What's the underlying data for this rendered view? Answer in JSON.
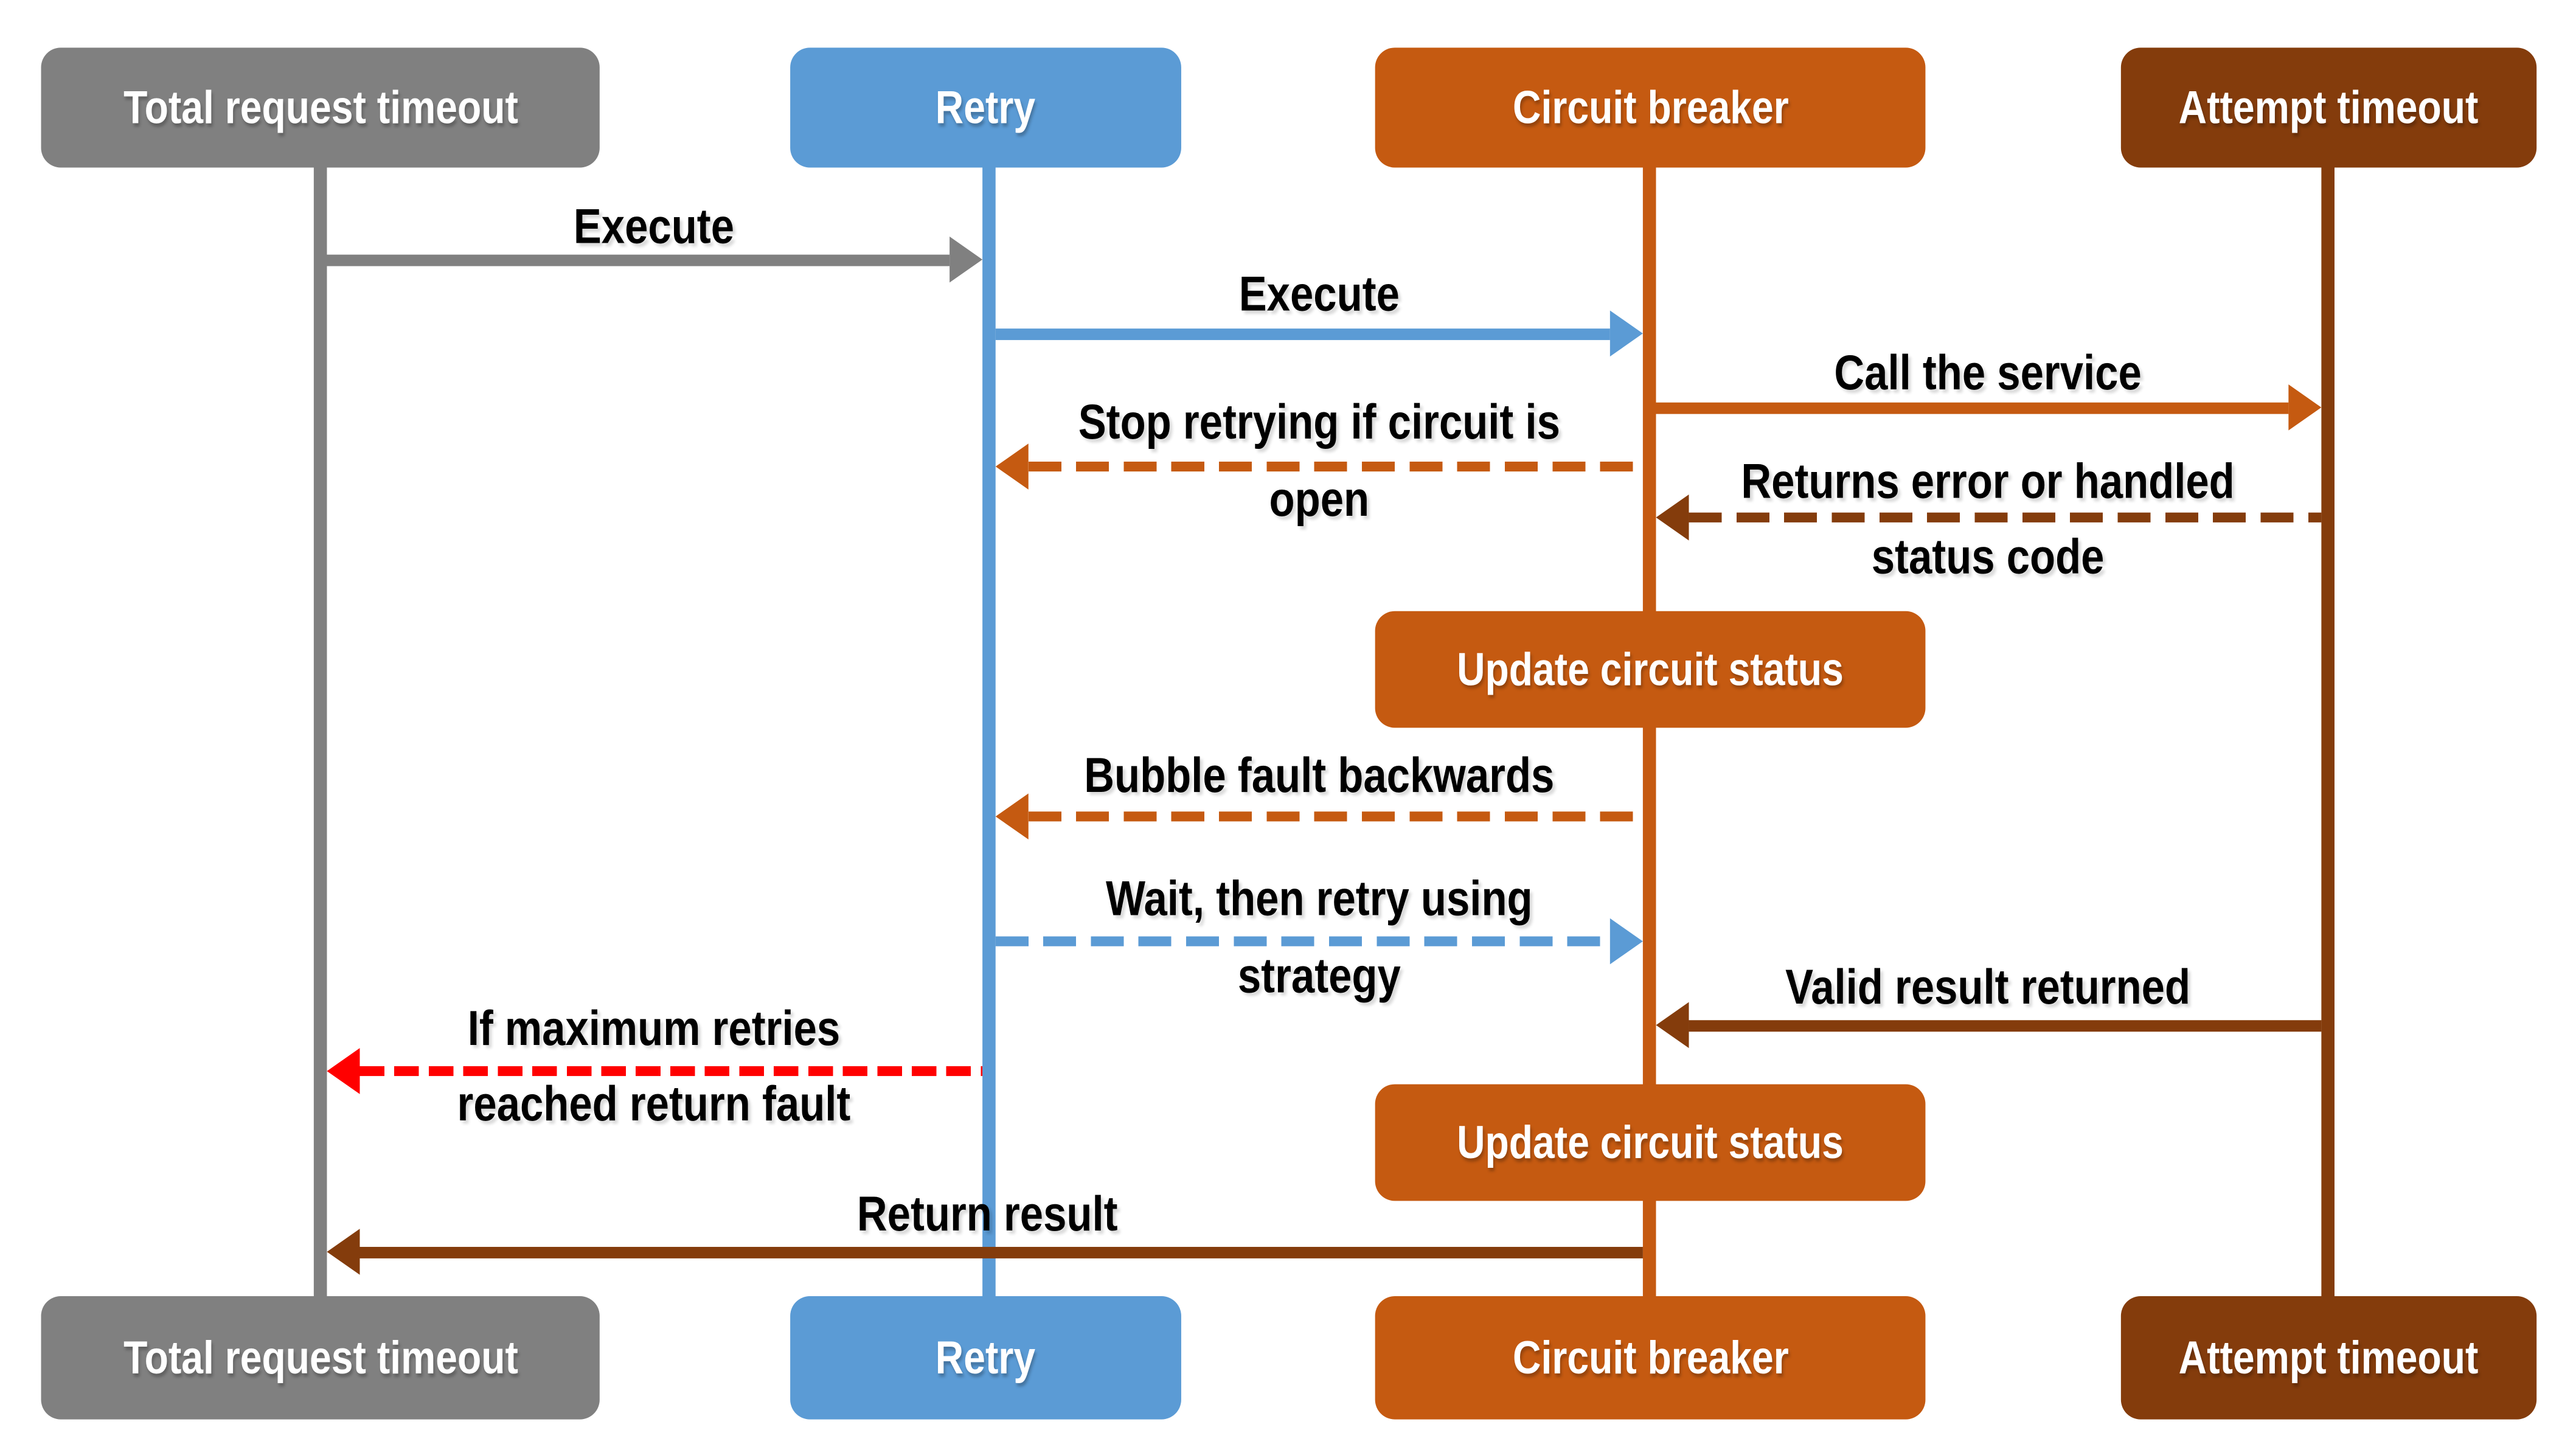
{
  "palette": {
    "gray": "#808080",
    "blue": "#5B9BD5",
    "orange": "#C55A11",
    "brown": "#843C0C",
    "red": "#FF0000",
    "box_text": "#FFFFFF",
    "label_text": "#000000",
    "background": "#FFFFFF"
  },
  "participants": [
    {
      "id": "total-request-timeout",
      "label": "Total request timeout",
      "color": "#808080"
    },
    {
      "id": "retry",
      "label": "Retry",
      "color": "#5B9BD5"
    },
    {
      "id": "circuit-breaker",
      "label": "Circuit breaker",
      "color": "#C55A11"
    },
    {
      "id": "attempt-timeout",
      "label": "Attempt timeout",
      "color": "#843C0C"
    }
  ],
  "messages": [
    {
      "label": "Execute",
      "from": "total-request-timeout",
      "to": "retry",
      "line": "solid",
      "color": "#808080"
    },
    {
      "label": "Execute",
      "from": "retry",
      "to": "circuit-breaker",
      "line": "solid",
      "color": "#5B9BD5"
    },
    {
      "label": "Call the service",
      "from": "circuit-breaker",
      "to": "attempt-timeout",
      "line": "solid",
      "color": "#C55A11"
    },
    {
      "label": "Stop retrying if circuit is open",
      "line1": "Stop retrying if circuit is",
      "line2": "open",
      "from": "circuit-breaker",
      "to": "retry",
      "line": "dashed",
      "color": "#C55A11"
    },
    {
      "label": "Returns error or handled status code",
      "line1": "Returns error or handled",
      "line2": "status code",
      "from": "attempt-timeout",
      "to": "circuit-breaker",
      "line": "dashed",
      "color": "#843C0C"
    },
    {
      "type": "note",
      "label": "Update circuit status",
      "on": "circuit-breaker",
      "color": "#C55A11"
    },
    {
      "label": "Bubble fault backwards",
      "from": "circuit-breaker",
      "to": "retry",
      "line": "dashed",
      "color": "#C55A11"
    },
    {
      "label": "Wait, then retry using strategy",
      "line1": "Wait, then retry using",
      "line2": "strategy",
      "from": "retry",
      "to": "circuit-breaker",
      "line": "dashed",
      "color": "#5B9BD5"
    },
    {
      "label": "Valid result returned",
      "from": "attempt-timeout",
      "to": "circuit-breaker",
      "line": "solid",
      "color": "#843C0C"
    },
    {
      "label": "If maximum retries reached return fault",
      "line1": "If maximum retries",
      "line2": "reached return fault",
      "from": "retry",
      "to": "total-request-timeout",
      "line": "dashed",
      "color": "#FF0000"
    },
    {
      "type": "note",
      "label": "Update circuit status",
      "on": "circuit-breaker",
      "color": "#C55A11"
    },
    {
      "label": "Return result",
      "from": "circuit-breaker",
      "to": "total-request-timeout",
      "line": "solid",
      "color": "#843C0C"
    }
  ]
}
